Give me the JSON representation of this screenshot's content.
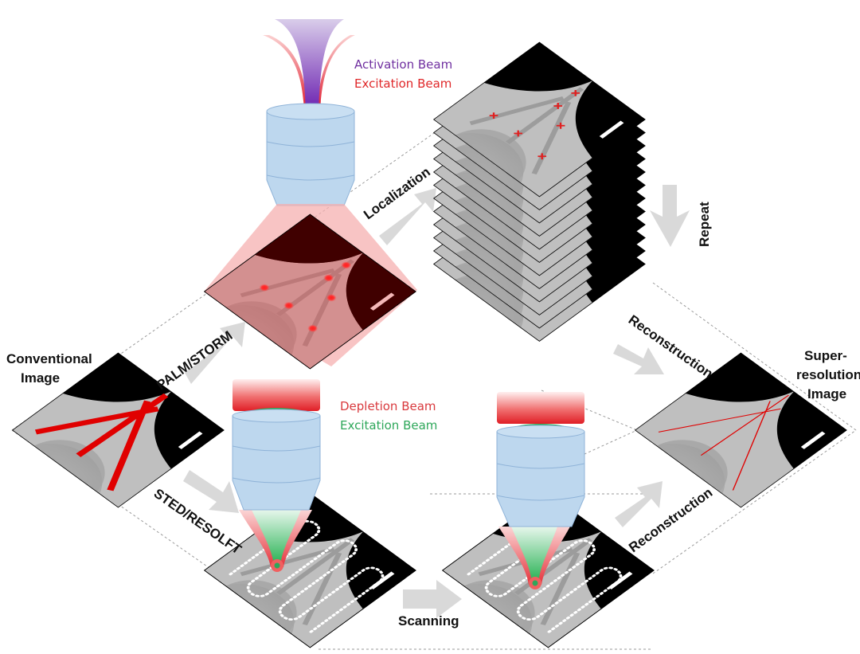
{
  "title": "Super-resolution microscopy workflow: PALM/STORM vs STED/RESOLFT",
  "colors": {
    "activation": "#7030a0",
    "excitation_red": "#e0282a",
    "depletion": "#d93a3e",
    "excitation_green": "#2ea75a",
    "arrow": "#d9d9d9",
    "sample_gray": "#bdbdbd",
    "sample_black": "#000000",
    "objective": "#bdd7ee",
    "palm_tint": "#f4a0a0",
    "text": "#111111"
  },
  "labels": {
    "conventional_image": [
      "Conventional",
      "Image"
    ],
    "super_resolution_image": [
      "Super-",
      "resolution",
      "Image"
    ],
    "palm_storm": "PALM/STORM",
    "sted_resolft": "STED/RESOLFT",
    "localization": "Localization",
    "repeat": "Repeat",
    "reconstruction_top": "Reconstruction",
    "reconstruction_bottom": "Reconstruction",
    "scanning": "Scanning"
  },
  "beams": {
    "activation": "Activation Beam",
    "excitation_palm": "Excitation Beam",
    "depletion": "Depletion Beam",
    "excitation_sted": "Excitation Beam"
  },
  "panels": [
    {
      "id": "conventional",
      "style": "thick-red-lines"
    },
    {
      "id": "palm-active",
      "style": "red-tint-with-fluorophores",
      "fluorophore_count": 6
    },
    {
      "id": "localization-stack",
      "style": "stacked-frames",
      "frame_count": 12,
      "marker": "x",
      "marker_count": 6
    },
    {
      "id": "sted-scan-1",
      "style": "dotted-scan-path"
    },
    {
      "id": "sted-scan-2",
      "style": "dotted-scan-path"
    },
    {
      "id": "super-resolution",
      "style": "thin-red-lines"
    }
  ]
}
